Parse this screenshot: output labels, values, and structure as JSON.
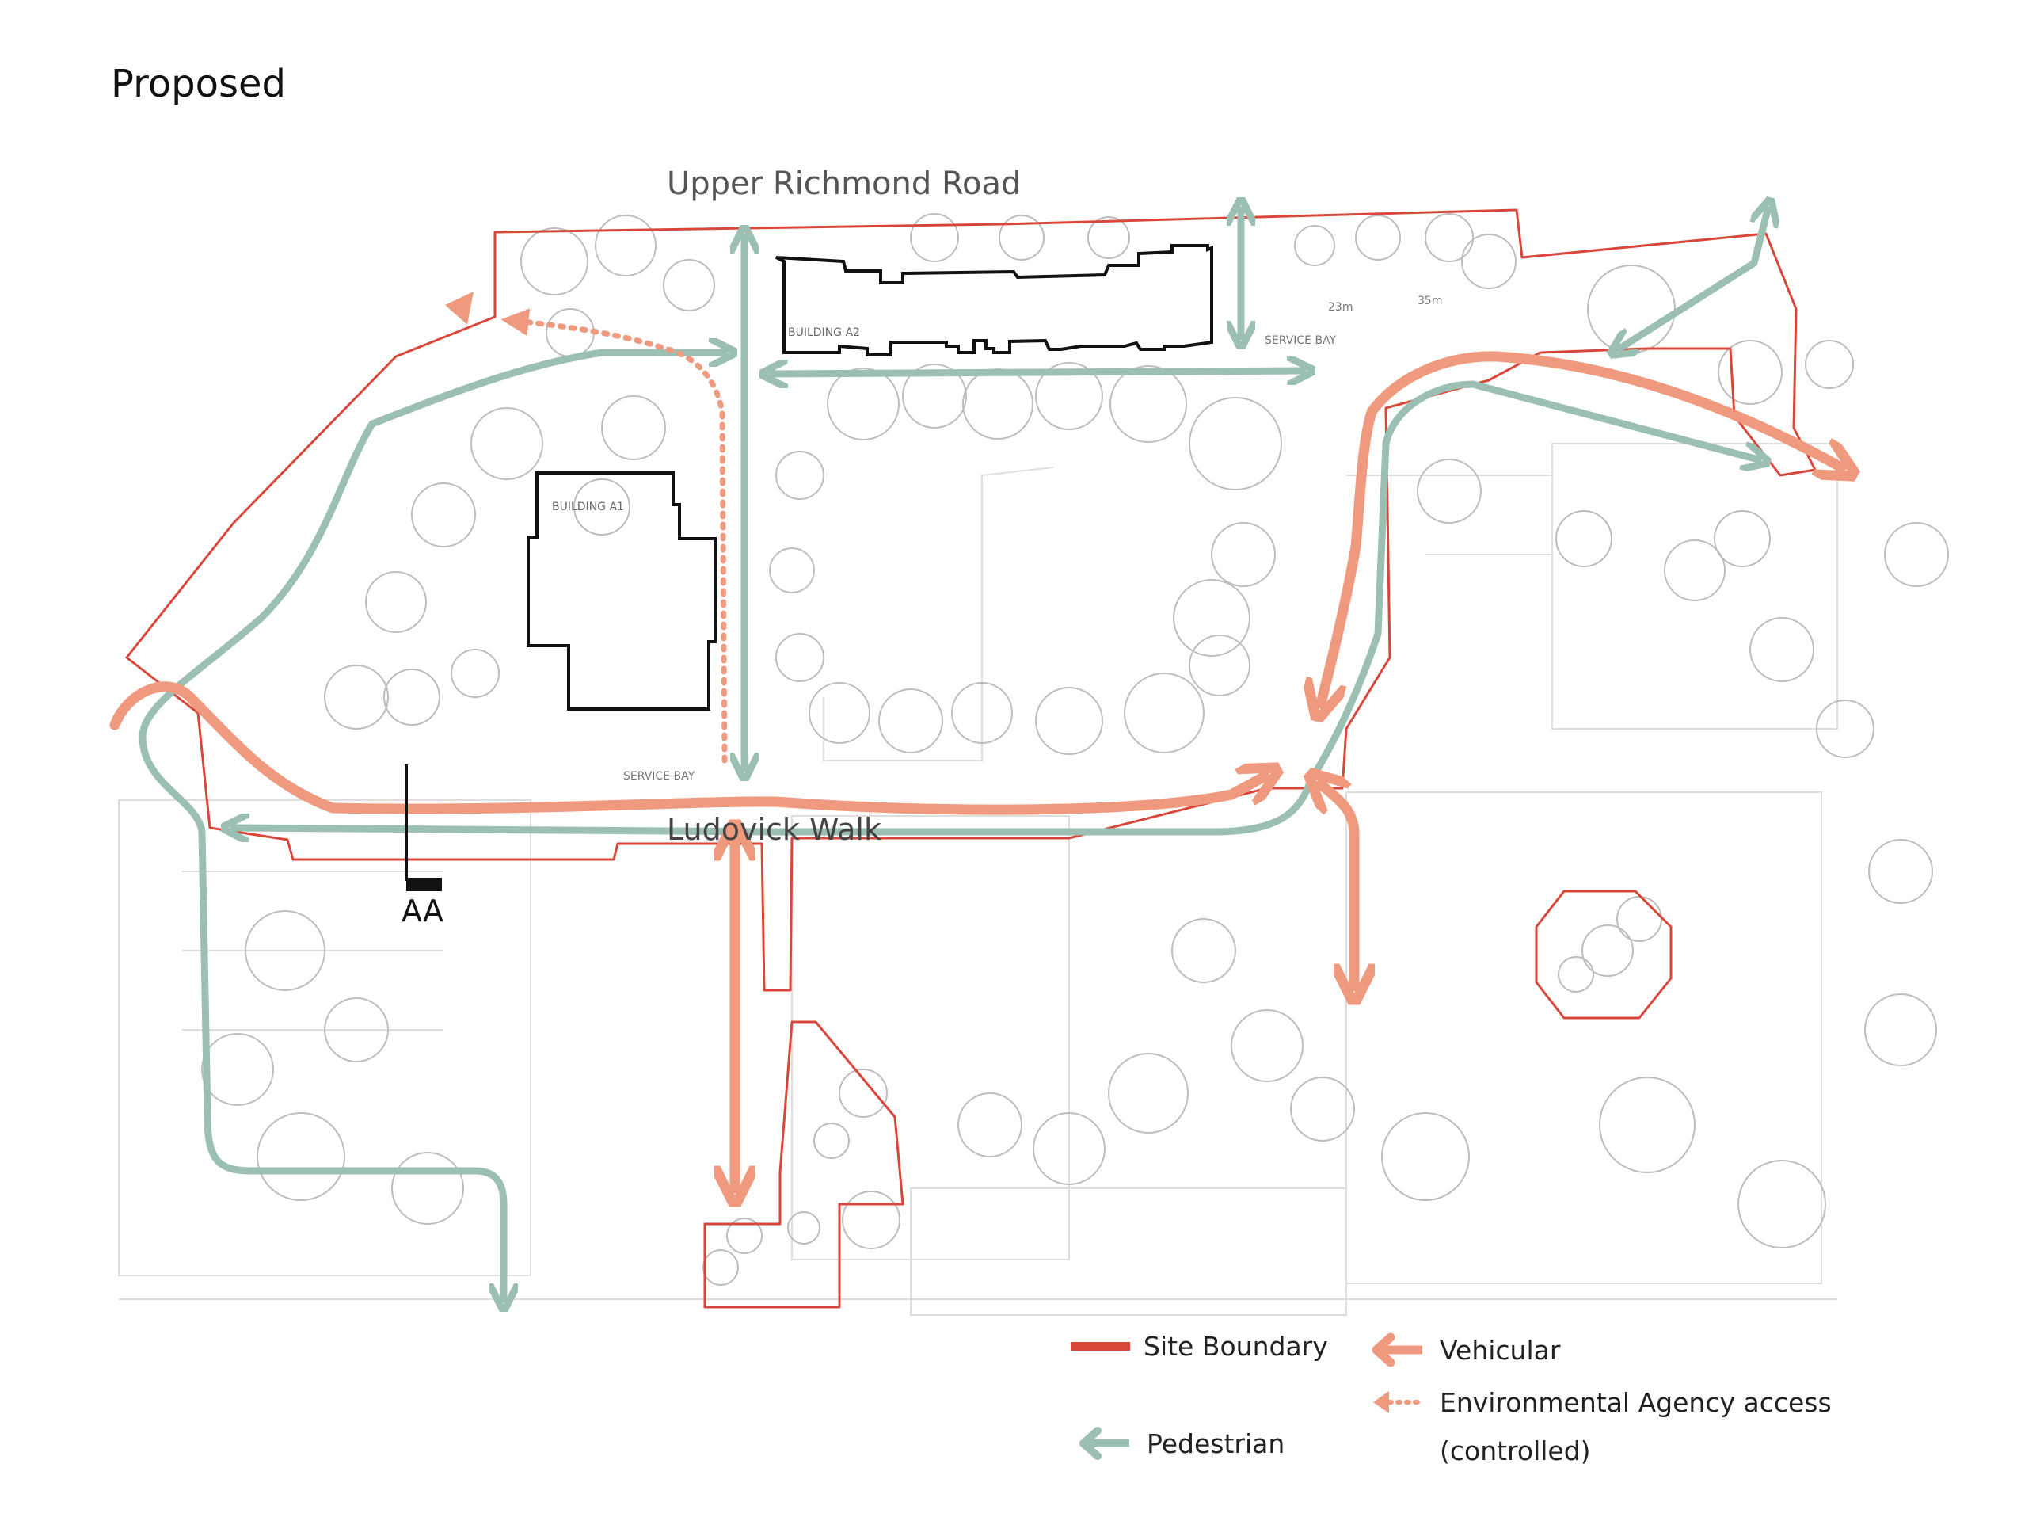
{
  "title": "Proposed",
  "labels": {
    "road_north": "Upper Richmond Road",
    "walk": "Ludovick Walk",
    "building_a1": "BUILDING A1",
    "building_a2": "BUILDING A2",
    "service_bay_1": "SERVICE BAY",
    "service_bay_2": "SERVICE BAY",
    "dim_23": "23m",
    "dim_35": "35m",
    "section_marker": "AA"
  },
  "legend": {
    "site_boundary": "Site Boundary",
    "vehicular": "Vehicular",
    "environmental_line1": "Environmental Agency access",
    "environmental_line2": "(controlled)",
    "pedestrian": "Pedestrian"
  },
  "colors": {
    "site_boundary": "#d9473a",
    "vehicular": "#ef9a7e",
    "pedestrian": "#9bbfb2",
    "building_outline": "#111111",
    "basemap": "#cfcfcf",
    "text": "#222222",
    "road_label": "#555555"
  },
  "icons": {
    "vehicular": "arrow-left-icon",
    "environmental": "dotted-arrow-left-icon",
    "pedestrian": "arrow-left-icon",
    "site_boundary": "line-swatch-icon"
  }
}
